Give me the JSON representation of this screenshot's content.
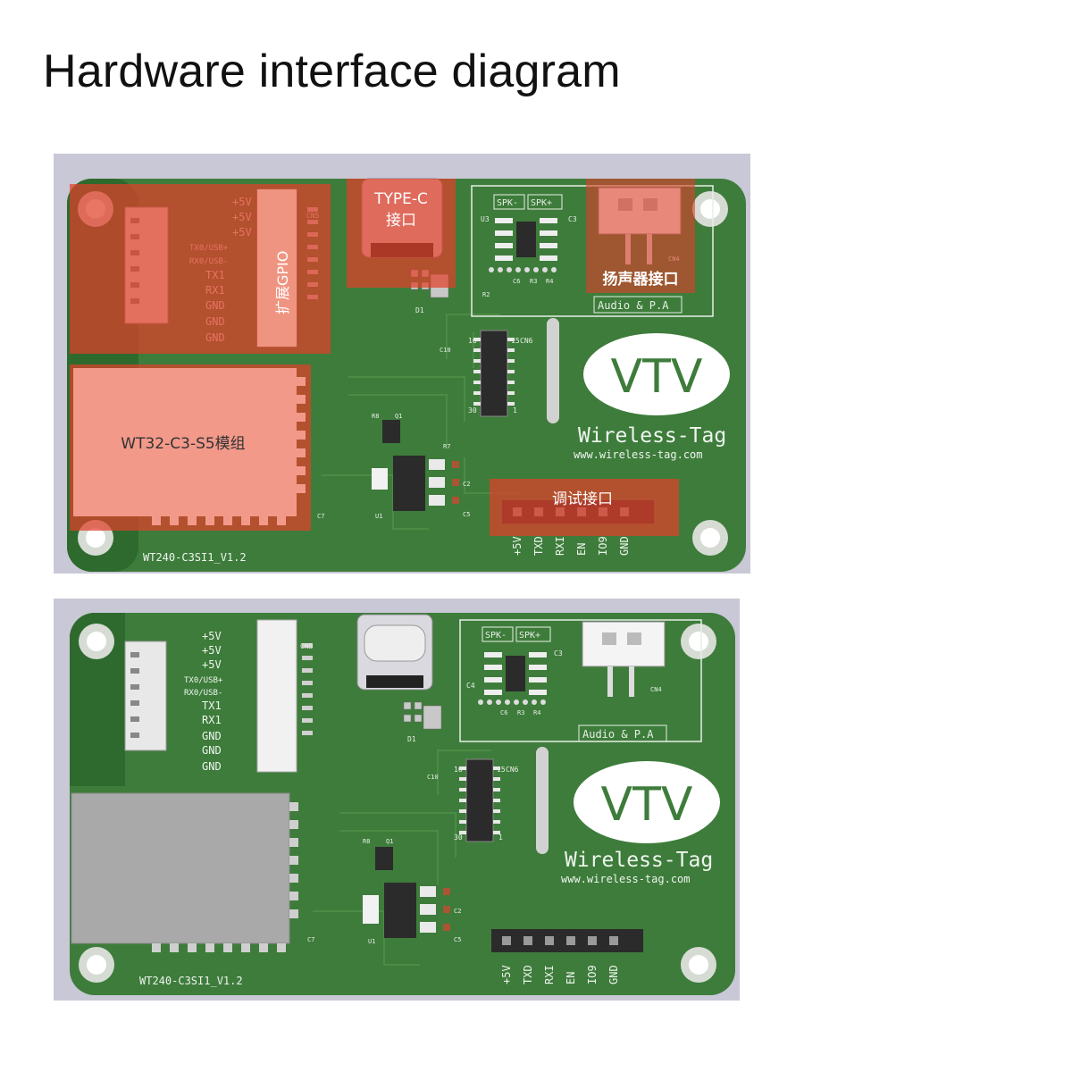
{
  "title": "Hardware interface diagram",
  "board": {
    "silk": {
      "power_pins": [
        "+5V",
        "+5V",
        "+5V",
        "TX0/USB+",
        "RX0/USB-",
        "TX1",
        "RX1",
        "GND",
        "GND",
        "GND"
      ],
      "debug_pins": [
        "+5V",
        "TXD",
        "RXI",
        "EN",
        "IO9",
        "GND"
      ],
      "board_name": "WT240-C3SI1_V1.2",
      "brand": "Wireless-Tag",
      "url": "www.wireless-tag.com",
      "logo_text": "VTV",
      "audio_label": "Audio & P.A",
      "spk_minus": "SPK-",
      "spk_plus": "SPK+",
      "cn4": "CN4",
      "cn5": "CN5",
      "cn6": "CN6",
      "n16": "16",
      "n15": "15",
      "n30": "30",
      "n1": "1",
      "c10": "C10",
      "c7": "C7",
      "c2": "C2",
      "c5": "C5",
      "c3": "C3",
      "c4": "C4",
      "c6": "C6",
      "r3": "R3",
      "r4": "R4",
      "r2": "R2",
      "r8": "R8",
      "u3": "U3",
      "u1": "U1",
      "q1": "Q1",
      "d1": "D1",
      "r7": "R7"
    },
    "labels": {
      "gpio": "扩展GPIO",
      "typec_line1": "TYPE-C",
      "typec_line2": "接口",
      "speaker": "扬声器接口",
      "module": "WT32-C3-S5模组",
      "debug": "调试接口"
    }
  },
  "colors": {
    "pcb": "#3f7d3c",
    "pcb_dark": "#2f6a2f",
    "highlight": "#e0402a",
    "panel_bg": "#c9c8d6"
  }
}
